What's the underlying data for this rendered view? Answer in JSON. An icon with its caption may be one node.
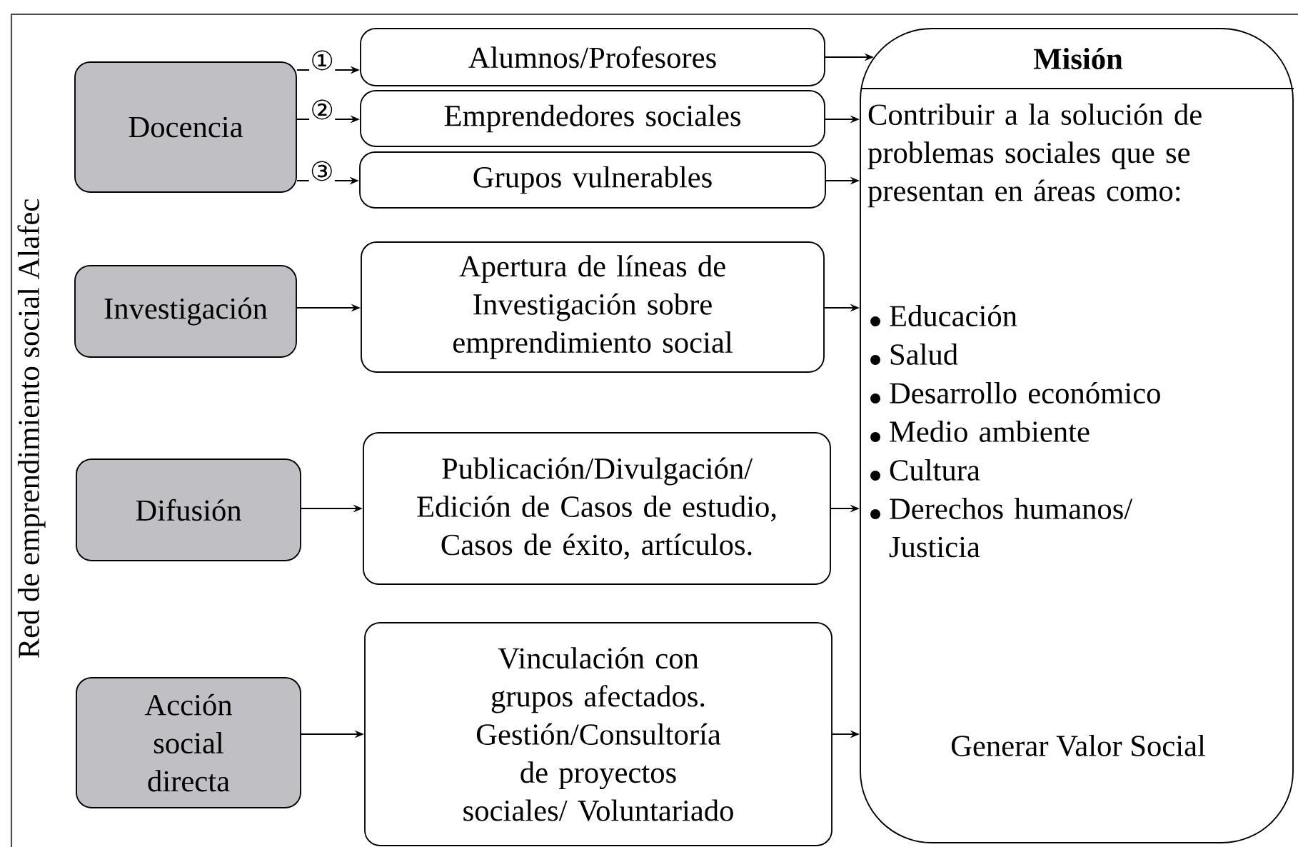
{
  "diagram": {
    "nodes": [
      {
        "text": [
          "Docencia"
        ]
      },
      {
        "text": [
          "Alumnos/Profesores"
        ]
      },
      {
        "text": [
          "Emprendedores sociales"
        ]
      },
      {
        "text": [
          "Grupos  vulnerables"
        ]
      },
      {
        "text": [
          "Investigación"
        ]
      },
      {
        "text": [
          "Apertura de líneas de Investigación sobre emprendimiento social"
        ]
      },
      {
        "text": [
          "Difusión"
        ]
      },
      {
        "text": [
          "Publicación/Divulgación/ Edición de Casos de estudio, Casos de éxito, artículos."
        ]
      },
      {
        "text": [
          "Acción social directa"
        ]
      },
      {
        "text": [
          "Vinculación con grupos afectados. Gestión/Consultoría  de proyectos sociales/ Voluntariado"
        ]
      },
      {
        "text": [
          "Misión",
          "Contribuir a la solución de problemas sociales que se presentan en áreas como:",
          "Educación",
          "Salud",
          "Desarrollo económico",
          "Medio ambiente",
          "Cultura",
          "Derechos humanos/ Justicia",
          "Generar Valor Social"
        ]
      }
    ],
    "edges": [
      {
        "from": 0,
        "to": 1,
        "arrow": "to",
        "label": "①"
      },
      {
        "from": 0,
        "to": 2,
        "arrow": "to",
        "label": "②"
      },
      {
        "from": 0,
        "to": 3,
        "arrow": "to",
        "label": "③"
      },
      {
        "from": 1,
        "to": 10,
        "arrow": "to"
      },
      {
        "from": 2,
        "to": 10,
        "arrow": "to"
      },
      {
        "from": 3,
        "to": 10,
        "arrow": "to"
      },
      {
        "from": 4,
        "to": 5,
        "arrow": "to"
      },
      {
        "from": 5,
        "to": 10,
        "arrow": "to"
      },
      {
        "from": 6,
        "to": 7,
        "arrow": "to"
      },
      {
        "from": 7,
        "to": 10,
        "arrow": "to"
      },
      {
        "from": 8,
        "to": 9,
        "arrow": "to"
      },
      {
        "from": 9,
        "to": 10,
        "arrow": "to"
      }
    ],
    "labels": [
      "Red de emprendimiento social Alafec"
    ]
  }
}
